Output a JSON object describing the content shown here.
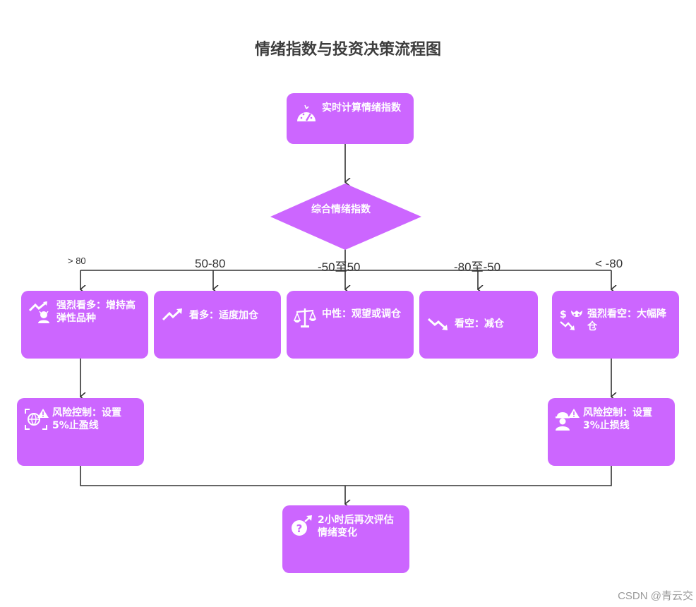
{
  "title": "情绪指数与投资决策流程图",
  "nodes": {
    "start": {
      "label": "实时计算情绪指数",
      "icon": "gauge-icon"
    },
    "decision": {
      "label": "综合情绪指数"
    },
    "strong_bull": {
      "label": "强烈看多：增持高弹性品种",
      "icon": "rising-chart-person-icon"
    },
    "bull": {
      "label": "看多：适度加仓",
      "icon": "trending-up-icon"
    },
    "neutral": {
      "label": "中性：观望或调仓",
      "icon": "balance-scale-icon"
    },
    "bear": {
      "label": "看空：减仓",
      "icon": "trending-down-icon"
    },
    "strong_bear": {
      "label": "强烈看空：大幅降仓",
      "icon": "falling-money-mask-icon"
    },
    "risk_left": {
      "label": "风险控制：设置5%止盈线",
      "icon": "risk-warning-globe-icon"
    },
    "risk_right": {
      "label": "风险控制：设置3%止损线",
      "icon": "risk-warning-worker-icon"
    },
    "reevaluate": {
      "label": "2小时后再次评估情绪变化",
      "icon": "question-arrow-icon"
    }
  },
  "edges": {
    "gt80": "> 80",
    "r50_80": "50-80",
    "neutral_range": "-50至50",
    "neg80_50": "-80至-50",
    "lt_neg80": "< -80"
  },
  "colors": {
    "node_fill": "#cc66ff",
    "node_text": "#ffffff",
    "line": "#333333",
    "title": "#3d3d3d"
  },
  "watermark": "CSDN @青云交"
}
